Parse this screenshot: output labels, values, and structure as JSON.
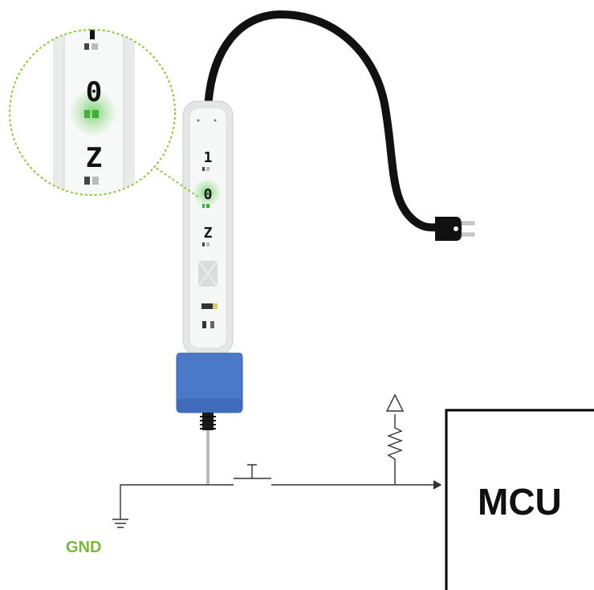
{
  "labels": {
    "mcu": "MCU",
    "gnd": "GND"
  },
  "strip": {
    "position_symbols": [
      "1",
      "0",
      "Z"
    ],
    "zoom_symbols": [
      "0",
      "Z"
    ]
  },
  "colors": {
    "wire": "#333333",
    "cable": "#111111",
    "gnd_label": "#7ab83a",
    "highlight": "#5cc94a",
    "zoom_border": "#8cc63f",
    "knob": "#4a79c7",
    "strip_body": "#f1f3f2"
  }
}
